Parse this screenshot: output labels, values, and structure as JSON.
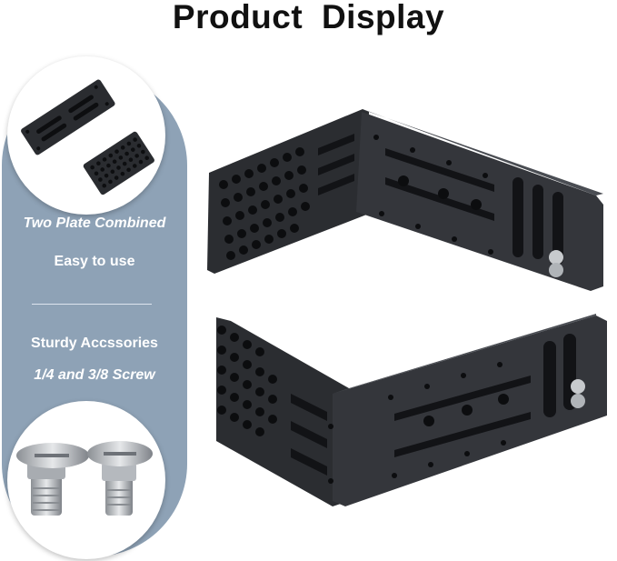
{
  "title": "Product  Display",
  "features": {
    "line1": "Two Plate Combined",
    "line2": "Easy to use",
    "line3": "Sturdy Accssories",
    "line4": "1/4 and 3/8 Screw"
  },
  "colors": {
    "panel": "#8ea2b6",
    "metal": "#2b2d31",
    "hole": "#0c0d0f"
  },
  "icons": [
    "plates-image",
    "l-bracket-image",
    "screw-image"
  ]
}
